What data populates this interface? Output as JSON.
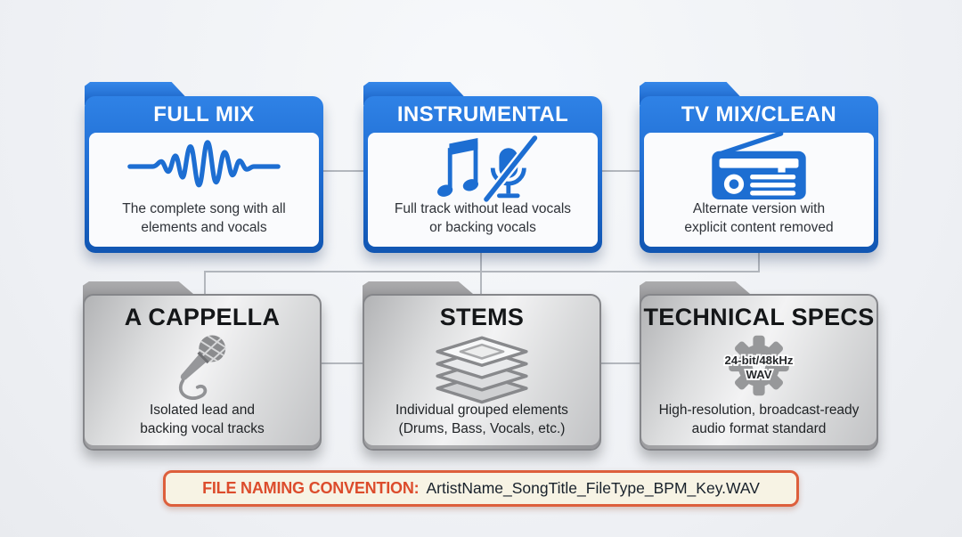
{
  "folders_top": [
    {
      "title": "FULL MIX",
      "icon": "waveform-icon",
      "description": "The complete song with all\nelements and vocals"
    },
    {
      "title": "INSTRUMENTAL",
      "icon": "music-note-muted-mic-icon",
      "description": "Full track without lead vocals\nor backing vocals"
    },
    {
      "title": "TV MIX/CLEAN",
      "icon": "radio-icon",
      "description": "Alternate version with\nexplicit content removed"
    }
  ],
  "folders_bottom": [
    {
      "title": "A CAPPELLA",
      "icon": "microphone-icon",
      "description": "Isolated lead and\nbacking vocal tracks"
    },
    {
      "title": "STEMS",
      "icon": "layers-icon",
      "description": "Individual grouped elements\n(Drums, Bass, Vocals, etc.)"
    },
    {
      "title": "TECHNICAL SPECS",
      "icon": "gear-icon",
      "gear_text_line1": "24-bit/48kHz",
      "gear_text_line2": "WAV",
      "description": "High-resolution, broadcast-ready\naudio format standard"
    }
  ],
  "banner": {
    "label": "FILE NAMING CONVENTION:",
    "value": "ArtistName_SongTitle_FileType_BPM_Key.WAV"
  },
  "colors": {
    "accent_blue": "#1d6ed2",
    "folder_gray": "#9a9b9d",
    "banner_border": "#dd5f3c",
    "banner_background": "#f7f3e4",
    "banner_label": "#dc4c2c",
    "connector": "#b3b7bd"
  }
}
